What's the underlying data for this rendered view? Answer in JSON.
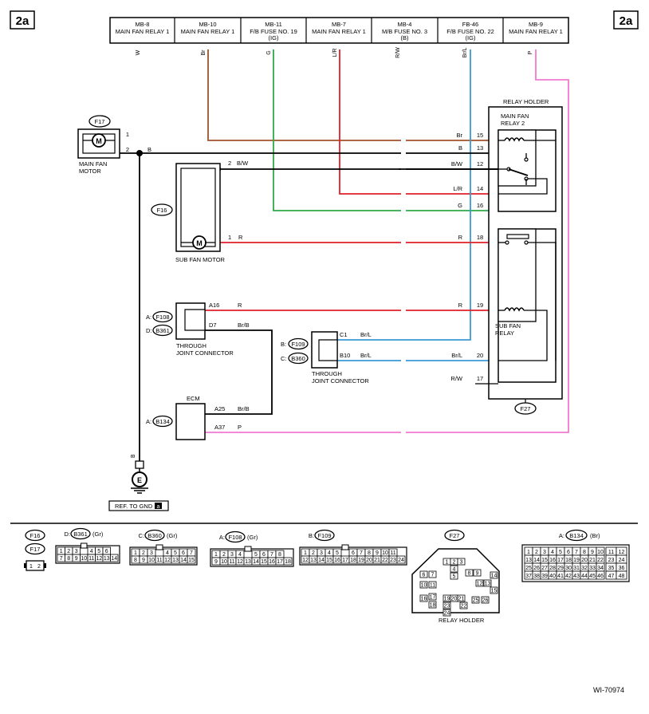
{
  "page_label": "2a",
  "figure_id": "WI-70974",
  "top_connectors": [
    {
      "code": "MB-8",
      "name": "MAIN FAN RELAY 1",
      "sub": "",
      "wire": "W"
    },
    {
      "code": "MB-10",
      "name": "MAIN FAN RELAY 1",
      "sub": "",
      "wire": "Br"
    },
    {
      "code": "MB-11",
      "name": "F/B FUSE NO. 19",
      "sub": "(IG)",
      "wire": "G"
    },
    {
      "code": "MB-7",
      "name": "MAIN FAN RELAY 1",
      "sub": "",
      "wire": "L/R"
    },
    {
      "code": "MB-4",
      "name": "M/B FUSE NO. 3",
      "sub": "(B)",
      "wire": "R/W"
    },
    {
      "code": "FB-46",
      "name": "F/B FUSE NO. 22",
      "sub": "(IG)",
      "wire": "Br/L"
    },
    {
      "code": "MB-9",
      "name": "MAIN FAN RELAY 1",
      "sub": "",
      "wire": "P"
    }
  ],
  "colors": {
    "brown": "#a0522d",
    "green": "#2eaa4a",
    "red": "#e0202a",
    "blue": "#3a9ad8",
    "pink": "#f07ad0",
    "black": "#000000"
  },
  "main_fan_motor": {
    "code": "F17",
    "label_1": "MAIN FAN",
    "label_2": "MOTOR",
    "pin1": "1",
    "pin2": "2",
    "wire": "B",
    "motor_symbol": "M"
  },
  "sub_fan_motor": {
    "code": "F16",
    "label": "SUB FAN MOTOR",
    "pin2": "2",
    "wire2": "B/W",
    "pin1": "1",
    "wire1": "R",
    "motor_symbol": "M"
  },
  "through_joint_1": {
    "code_a": "F108",
    "code_d": "B361",
    "prefix_a": "A:",
    "prefix_d": "D:",
    "label_1": "THROUGH",
    "label_2": "JOINT CONNECTOR",
    "pin_a": "A16",
    "wire_a": "R",
    "pin_d": "D7",
    "wire_d": "Br/B"
  },
  "through_joint_2": {
    "code_b": "F109",
    "code_c": "B360",
    "prefix_b": "B:",
    "prefix_c": "C:",
    "label_1": "THROUGH",
    "label_2": "JOINT CONNECTOR",
    "pin_c1": "C1",
    "wire_c1": "Br/L",
    "pin_b10": "B10",
    "wire_b10": "Br/L"
  },
  "ecm": {
    "label": "ECM",
    "code": "B134",
    "prefix": "A:",
    "pin_a25": "A25",
    "wire_a25": "Br/B",
    "pin_a37": "A37",
    "wire_a37": "P"
  },
  "relay_holder": {
    "title": "RELAY HOLDER",
    "code": "F27",
    "main_relay_label_1": "MAIN FAN",
    "main_relay_label_2": "RELAY 2",
    "sub_relay_label_1": "SUB FAN",
    "sub_relay_label_2": "RELAY",
    "terminals": [
      {
        "wire": "Br",
        "pin": "15"
      },
      {
        "wire": "B",
        "pin": "13"
      },
      {
        "wire": "B/W",
        "pin": "12"
      },
      {
        "wire": "L/R",
        "pin": "14"
      },
      {
        "wire": "G",
        "pin": "16"
      },
      {
        "wire": "R",
        "pin": "18"
      },
      {
        "wire": "R",
        "pin": "19"
      },
      {
        "wire": "Br/L",
        "pin": "20"
      },
      {
        "wire": "R/W",
        "pin": "17"
      }
    ]
  },
  "ground": {
    "wire": "B",
    "symbol": "E",
    "ref_label": "REF. TO GND",
    "ref_tag": "a"
  },
  "legend": {
    "f16": "F16",
    "f17": "F17",
    "f17_pins": [
      "1",
      "2"
    ],
    "b361": {
      "prefix": "D:",
      "code": "B361",
      "color": "(Gr)",
      "row1": [
        "1",
        "2",
        "3",
        "",
        "4",
        "5",
        "6"
      ],
      "row2": [
        "7",
        "8",
        "9",
        "10",
        "11",
        "12",
        "13",
        "14"
      ]
    },
    "b360": {
      "prefix": "C:",
      "code": "B360",
      "color": "(Gr)",
      "row1": [
        "1",
        "2",
        "3",
        "",
        "4",
        "5",
        "6",
        "7"
      ],
      "row2": [
        "8",
        "9",
        "10",
        "11",
        "12",
        "13",
        "14",
        "15"
      ]
    },
    "f108": {
      "prefix": "A:",
      "code": "F108",
      "color": "(Gr)",
      "row1": [
        "1",
        "2",
        "3",
        "4",
        "",
        "5",
        "6",
        "7",
        "8"
      ],
      "row2": [
        "9",
        "10",
        "11",
        "12",
        "13",
        "14",
        "15",
        "16",
        "17",
        "18"
      ]
    },
    "f109": {
      "prefix": "B:",
      "code": "F109",
      "color": "",
      "row1": [
        "1",
        "2",
        "3",
        "4",
        "5",
        "",
        "6",
        "7",
        "8",
        "9",
        "10",
        "11"
      ],
      "row2": [
        "12",
        "13",
        "14",
        "15",
        "16",
        "17",
        "18",
        "19",
        "20",
        "21",
        "22",
        "23",
        "24"
      ]
    },
    "f27": {
      "code": "F27",
      "caption": "RELAY HOLDER",
      "pins": [
        "1",
        "2",
        "3",
        "4",
        "5",
        "6",
        "7",
        "8",
        "9",
        "10",
        "11",
        "12",
        "13",
        "14",
        "15",
        "16",
        "17",
        "18",
        "19",
        "20",
        "21",
        "22",
        "23",
        "24",
        "25",
        "26"
      ]
    },
    "b134": {
      "prefix": "A:",
      "code": "B134",
      "color": "(Br)",
      "main_rows": [
        [
          "1",
          "2",
          "3",
          "4",
          "5",
          "6",
          "7",
          "8",
          "9",
          "10"
        ],
        [
          "13",
          "14",
          "15",
          "16",
          "17",
          "18",
          "19",
          "20",
          "21",
          "22"
        ],
        [
          "25",
          "26",
          "27",
          "28",
          "29",
          "30",
          "31",
          "32",
          "33",
          "34"
        ],
        [
          "37",
          "38",
          "39",
          "40",
          "41",
          "42",
          "43",
          "44",
          "45",
          "46"
        ]
      ],
      "side_rows": [
        [
          "11",
          "12"
        ],
        [
          "23",
          "24"
        ],
        [
          "35",
          "36"
        ],
        [
          "47",
          "48"
        ]
      ]
    }
  }
}
